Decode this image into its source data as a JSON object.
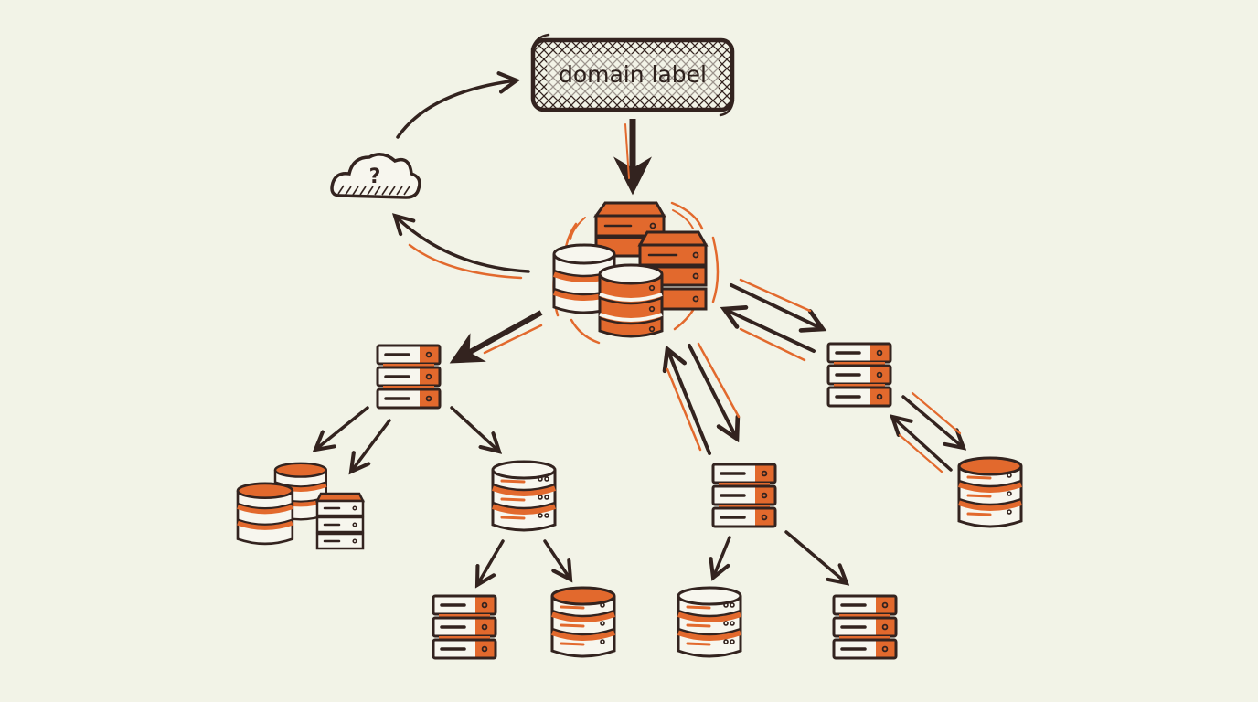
{
  "diagram": {
    "title_box": {
      "label": "domain label",
      "style": "cross-hatched rounded box"
    },
    "colors": {
      "background": "#f2f3e7",
      "ink": "#33231f",
      "accent": "#e2692d",
      "fill_light": "#f7f6ee"
    },
    "nodes": [
      {
        "id": "label",
        "type": "label-box",
        "text": "domain label"
      },
      {
        "id": "cloud",
        "type": "cloud-unknown",
        "glyph": "?"
      },
      {
        "id": "hub",
        "type": "storage-cluster",
        "highlight": "orange"
      },
      {
        "id": "left-server",
        "type": "server-rack"
      },
      {
        "id": "left-left-cluster",
        "type": "db-and-server-group"
      },
      {
        "id": "left-db",
        "type": "database"
      },
      {
        "id": "left-db-server",
        "type": "server-rack"
      },
      {
        "id": "left-db-db",
        "type": "database"
      },
      {
        "id": "mid-server",
        "type": "server-rack"
      },
      {
        "id": "mid-db",
        "type": "database"
      },
      {
        "id": "mid-server-2",
        "type": "server-rack"
      },
      {
        "id": "right-server",
        "type": "server-rack"
      },
      {
        "id": "right-db",
        "type": "database"
      }
    ],
    "edges": [
      {
        "from": "label",
        "to": "hub",
        "direction": "one-way"
      },
      {
        "from": "hub",
        "to": "cloud",
        "direction": "one-way"
      },
      {
        "from": "cloud",
        "to": "label",
        "direction": "one-way"
      },
      {
        "from": "hub",
        "to": "left-server",
        "direction": "one-way"
      },
      {
        "from": "hub",
        "to": "mid-server",
        "direction": "bidirectional"
      },
      {
        "from": "hub",
        "to": "right-server",
        "direction": "bidirectional"
      },
      {
        "from": "left-server",
        "to": "left-left-cluster",
        "direction": "one-way"
      },
      {
        "from": "left-server",
        "to": "left-db",
        "direction": "one-way"
      },
      {
        "from": "left-db",
        "to": "left-db-server",
        "direction": "one-way"
      },
      {
        "from": "left-db",
        "to": "left-db-db",
        "direction": "one-way"
      },
      {
        "from": "mid-server",
        "to": "mid-db",
        "direction": "one-way"
      },
      {
        "from": "mid-server",
        "to": "mid-server-2",
        "direction": "one-way"
      },
      {
        "from": "right-server",
        "to": "right-db",
        "direction": "bidirectional"
      }
    ]
  }
}
